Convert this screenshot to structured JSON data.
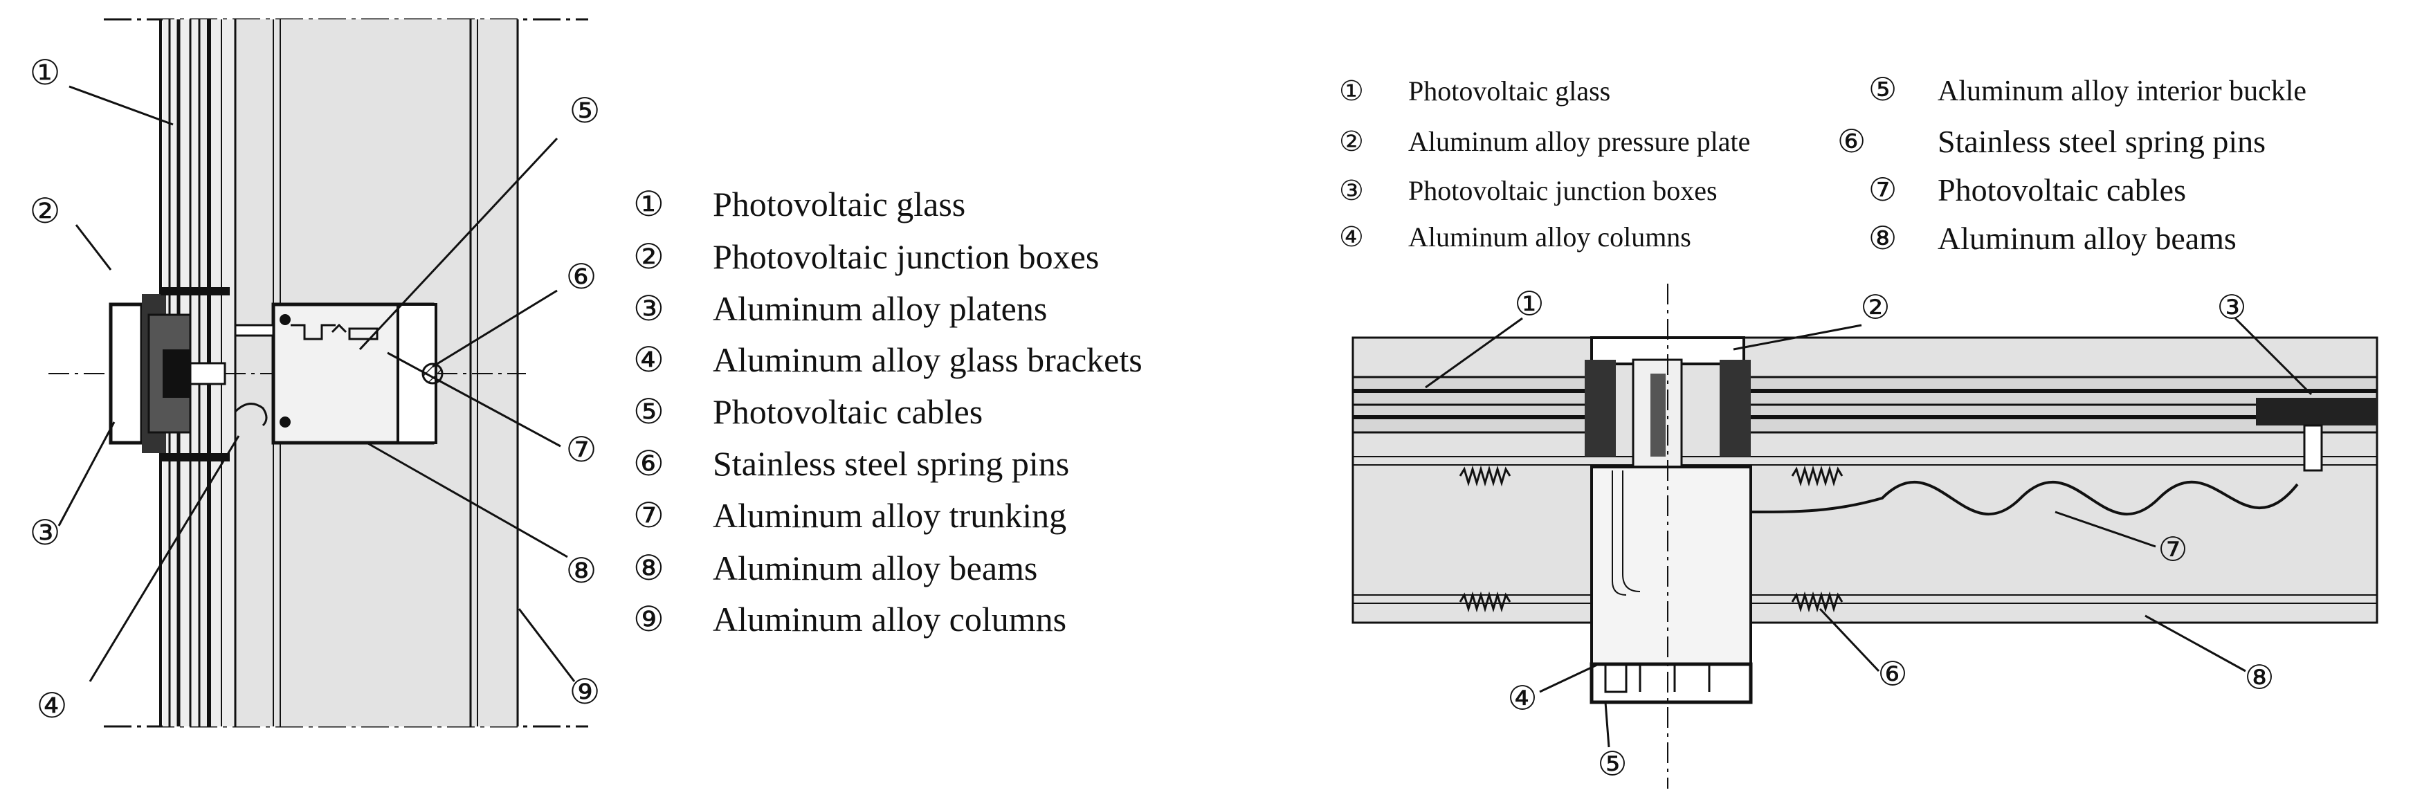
{
  "left_diagram": {
    "callouts": [
      "①",
      "②",
      "③",
      "④",
      "⑤",
      "⑥",
      "⑦",
      "⑧",
      "⑨"
    ],
    "legend": [
      {
        "num": "①",
        "text": "Photovoltaic glass"
      },
      {
        "num": "②",
        "text": "Photovoltaic junction boxes"
      },
      {
        "num": "③",
        "text": "Aluminum alloy platens"
      },
      {
        "num": "④",
        "text": "Aluminum alloy glass brackets"
      },
      {
        "num": "⑤",
        "text": "Photovoltaic cables"
      },
      {
        "num": "⑥",
        "text": "Stainless steel spring pins"
      },
      {
        "num": "⑦",
        "text": "Aluminum alloy trunking"
      },
      {
        "num": "⑧",
        "text": "Aluminum alloy beams"
      },
      {
        "num": "⑨",
        "text": "Aluminum alloy columns"
      }
    ]
  },
  "right_diagram": {
    "callouts": [
      "①",
      "②",
      "③",
      "④",
      "⑤",
      "⑥",
      "⑦",
      "⑧"
    ],
    "legend_col1": [
      {
        "num": "①",
        "text": "Photovoltaic glass"
      },
      {
        "num": "②",
        "text": "Aluminum alloy pressure plate"
      },
      {
        "num": "③",
        "text": "Photovoltaic junction boxes"
      },
      {
        "num": "④",
        "text": "Aluminum alloy columns"
      }
    ],
    "legend_col2": [
      {
        "num": "⑤",
        "text": "Aluminum alloy interior buckle"
      },
      {
        "num": "⑥",
        "text": "Stainless steel spring pins"
      },
      {
        "num": "⑦",
        "text": "Photovoltaic cables"
      },
      {
        "num": "⑧",
        "text": "Aluminum alloy beams"
      }
    ]
  }
}
